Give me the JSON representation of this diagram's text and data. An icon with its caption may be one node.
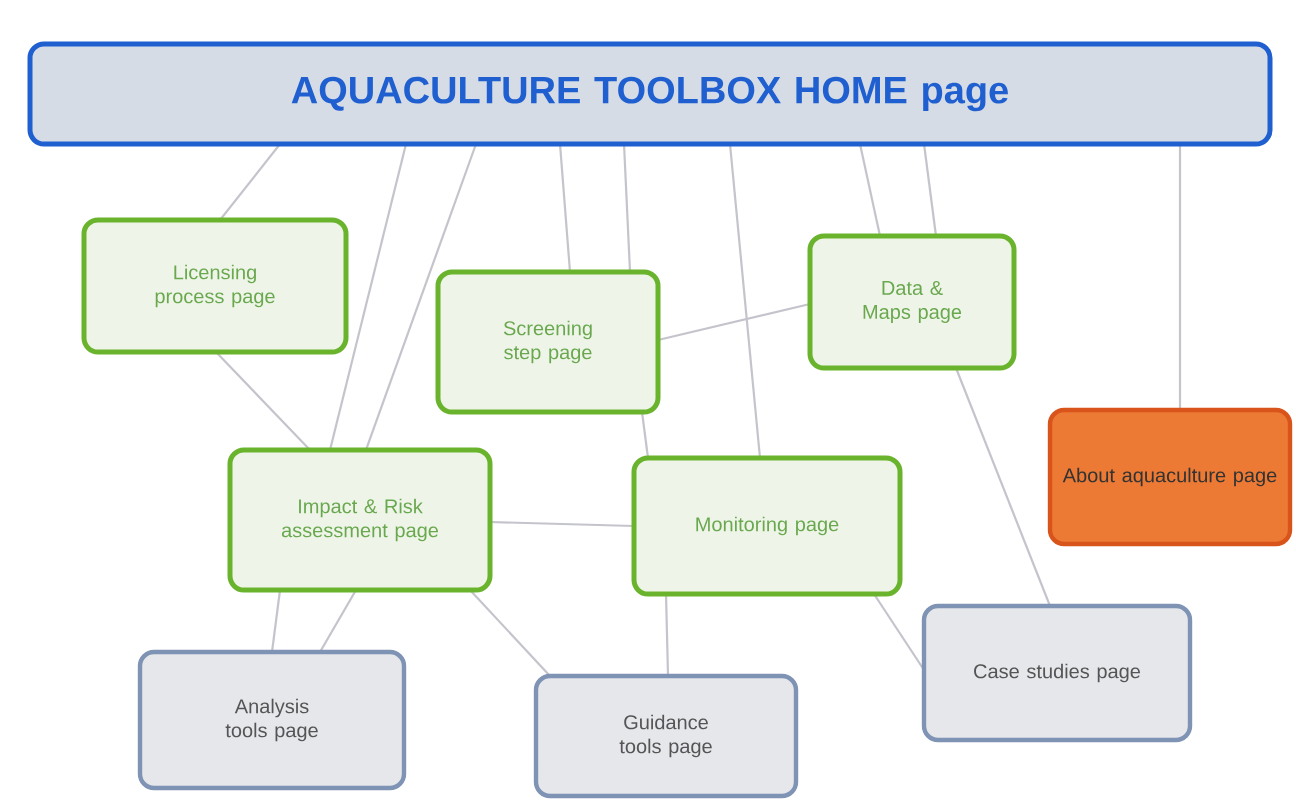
{
  "diagram": {
    "nodes": [
      {
        "text": [
          "AQUACULTURE TOOLBOX HOME page"
        ]
      },
      {
        "text": [
          "Licensing process page"
        ]
      },
      {
        "text": [
          "Screening step page"
        ]
      },
      {
        "text": [
          "Data & Maps page"
        ]
      },
      {
        "text": [
          "About aquaculture page"
        ]
      },
      {
        "text": [
          "Impact & Risk assessment page"
        ]
      },
      {
        "text": [
          "Monitoring page"
        ]
      },
      {
        "text": [
          "Analysis tools page"
        ]
      },
      {
        "text": [
          "Guidance tools page"
        ]
      },
      {
        "text": [
          "Case studies page"
        ]
      }
    ],
    "edges": [
      {
        "from": 0,
        "to": 1,
        "arrow": "none"
      },
      {
        "from": 0,
        "to": 5,
        "arrow": "none"
      },
      {
        "from": 5,
        "to": 7,
        "arrow": "none"
      },
      {
        "from": 0,
        "to": 5,
        "arrow": "none"
      },
      {
        "from": 0,
        "to": 2,
        "arrow": "none"
      },
      {
        "from": 0,
        "to": 2,
        "arrow": "none"
      },
      {
        "from": 2,
        "to": 6,
        "arrow": "none"
      },
      {
        "from": 6,
        "to": 8,
        "arrow": "none"
      },
      {
        "from": 0,
        "to": 6,
        "arrow": "none"
      },
      {
        "from": 0,
        "to": 3,
        "arrow": "none"
      },
      {
        "from": 3,
        "to": 9,
        "arrow": "none"
      },
      {
        "from": 0,
        "to": 3,
        "arrow": "none"
      },
      {
        "from": 0,
        "to": 4,
        "arrow": "none"
      },
      {
        "from": 1,
        "to": 5,
        "arrow": "none"
      },
      {
        "from": 2,
        "to": 3,
        "arrow": "none"
      },
      {
        "from": 5,
        "to": 6,
        "arrow": "none"
      },
      {
        "from": 5,
        "to": 7,
        "arrow": "none"
      },
      {
        "from": 5,
        "to": 8,
        "arrow": "none"
      },
      {
        "from": 6,
        "to": 9,
        "arrow": "none"
      }
    ]
  }
}
